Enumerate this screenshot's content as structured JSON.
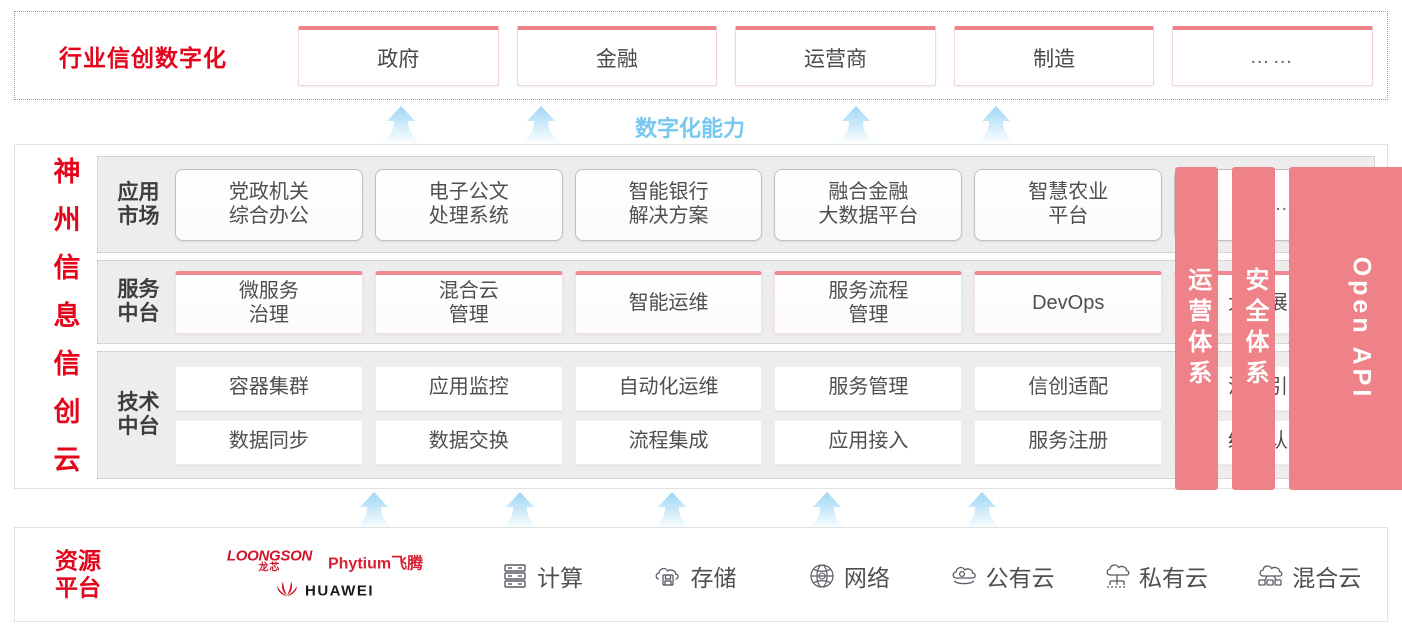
{
  "industry": {
    "title": "行业信创数字化",
    "boxes": [
      {
        "label": "政府"
      },
      {
        "label": "金融"
      },
      {
        "label": "运营商"
      },
      {
        "label": "制造"
      },
      {
        "label": "……"
      }
    ]
  },
  "capability": {
    "label": "数字化能力",
    "color": "#77c8f0",
    "arrow_count_top": 4,
    "arrow_count_bottom": 5
  },
  "platform": {
    "title_chars": [
      "神",
      "州",
      "信",
      "息",
      "信",
      "创",
      "云"
    ],
    "title_color": "#e3051b",
    "rows": [
      {
        "label": "应用\n市场",
        "label_line1": "应用",
        "label_line2": "市场",
        "cells": [
          "党政机关\n综合办公",
          "电子公文\n处理系统",
          "智能银行\n解决方案",
          "融合金融\n大数据平台",
          "智慧农业\n平台",
          "……"
        ]
      },
      {
        "label": "服务\n中台",
        "label_line1": "服务",
        "label_line2": "中台",
        "cells": [
          "微服务\n治理",
          "混合云\n管理",
          "智能运维",
          "服务流程\n管理",
          "DevOps",
          "大屏展示"
        ]
      },
      {
        "label": "技术\n中台",
        "label_line1": "技术",
        "label_line2": "中台",
        "cells_row1": [
          "容器集群",
          "应用监控",
          "自动化运维",
          "服务管理",
          "信创适配",
          "流程引擎"
        ],
        "cells_row2": [
          "数据同步",
          "数据交换",
          "流程集成",
          "应用接入",
          "服务注册",
          "统一认证"
        ]
      }
    ],
    "pillars": [
      {
        "label": "运营体系",
        "type": "cjk"
      },
      {
        "label": "安全体系",
        "type": "cjk"
      },
      {
        "label": "Open API",
        "type": "latin"
      }
    ],
    "pillar_color": "#ef8189"
  },
  "resource": {
    "title_line1": "资源",
    "title_line2": "平台",
    "title_color": "#e3051b",
    "vendors": [
      {
        "name": "LOONGSON",
        "sub": "龙芯"
      },
      {
        "name": "Phytium飞腾"
      },
      {
        "name": "HUAWEI"
      }
    ],
    "items": [
      {
        "label": "计算",
        "icon": "server-rack-icon"
      },
      {
        "label": "存储",
        "icon": "cloud-storage-icon"
      },
      {
        "label": "网络",
        "icon": "network-globe-icon"
      },
      {
        "label": "公有云",
        "icon": "public-cloud-icon"
      },
      {
        "label": "私有云",
        "icon": "private-cloud-icon"
      },
      {
        "label": "混合云",
        "icon": "hybrid-cloud-icon"
      }
    ]
  }
}
